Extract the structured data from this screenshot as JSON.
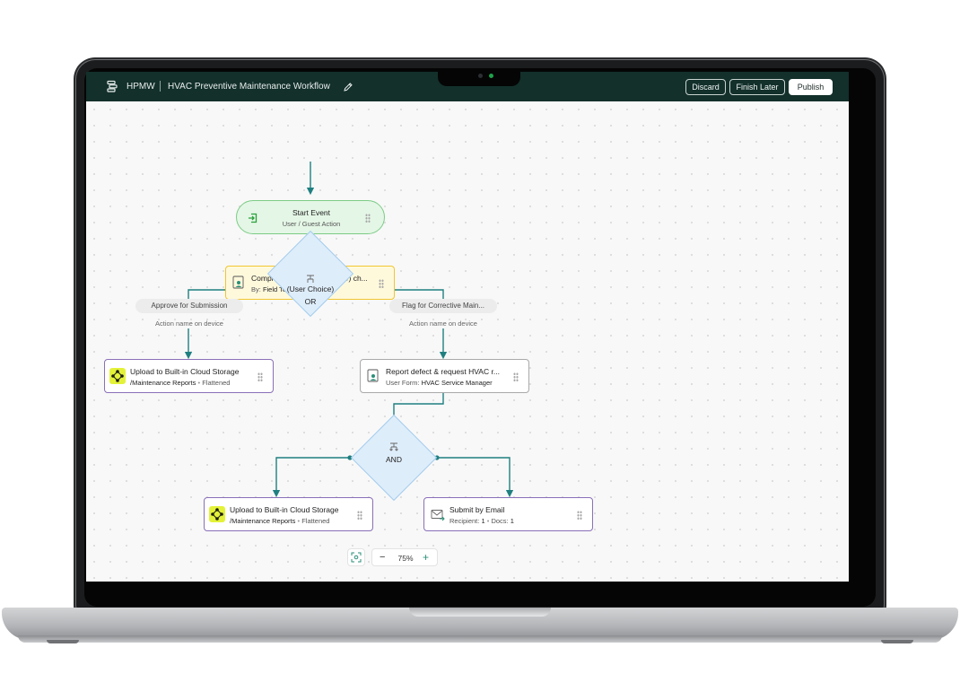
{
  "header": {
    "app_abbr": "HPMW",
    "workflow_title": "HVAC Preventive Maintenance Workflow",
    "discard_label": "Discard",
    "finish_later_label": "Finish Later",
    "publish_label": "Publish"
  },
  "flow": {
    "start": {
      "title": "Start Event",
      "subtitle": "User / Guest Action"
    },
    "task1": {
      "title": "Complete Rooftop Unit (RTU) ch...",
      "by_prefix": "By:",
      "by_value": "Field Technician"
    },
    "gateway1": {
      "label": "(User Choice)",
      "type": "OR"
    },
    "branch_left": {
      "pill": "Approve for Submission",
      "caption": "Action name on device"
    },
    "branch_right": {
      "pill": "Flag for Corrective Main...",
      "caption": "Action name on device"
    },
    "upload1": {
      "title": "Upload to Built-in Cloud Storage",
      "path": "/Maintenance Reports",
      "mode": "Flattened"
    },
    "report": {
      "title": "Report defect & request HVAC r...",
      "form_prefix": "User Form:",
      "form_value": "HVAC Service Manager"
    },
    "gateway2": {
      "type": "AND"
    },
    "upload2": {
      "title": "Upload to Built-in Cloud Storage",
      "path": "/Maintenance Reports",
      "mode": "Flattened"
    },
    "email": {
      "title": "Submit by Email",
      "recipient_label": "Recipient:",
      "recipient_count": "1",
      "docs_label": "Docs:",
      "docs_count": "1"
    }
  },
  "zoom": {
    "level": "75%",
    "minus": "−",
    "plus": "+"
  },
  "colors": {
    "header_bg": "#13302b",
    "connector": "#1f7f80",
    "start_fill": "#e4f6e6",
    "start_border": "#7ccc86",
    "task_fill": "#fff9dc",
    "task_border": "#f1c62f",
    "storage_border": "#8a6fb8",
    "gateway_fill": "#deedfa",
    "gateway_border": "#a6cdee",
    "accent_yellow": "#e3f238"
  }
}
